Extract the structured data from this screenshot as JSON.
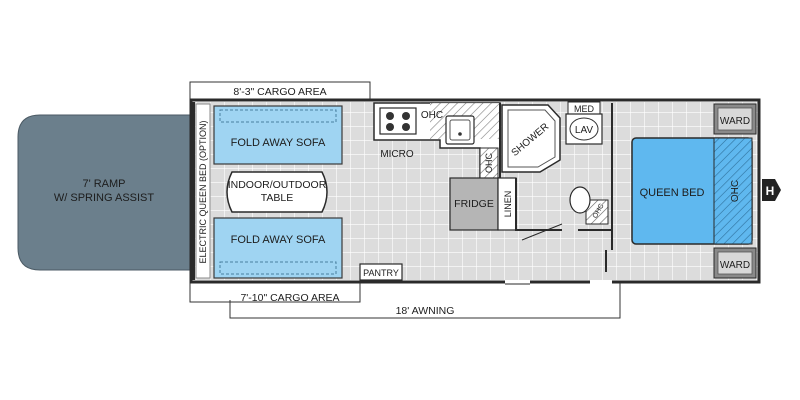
{
  "labels": {
    "cargo_top": "8'-3\" CARGO AREA",
    "cargo_bottom": "7'-10\" CARGO AREA",
    "awning": "18' AWNING",
    "ramp_line1": "7' RAMP",
    "ramp_line2": "W/ SPRING ASSIST",
    "electric_bed": "ELECTRIC QUEEN BED (OPTION)",
    "sofa_top": "FOLD AWAY SOFA",
    "sofa_bottom": "FOLD AWAY SOFA",
    "table_line1": "INDOOR/OUTDOOR",
    "table_line2": "TABLE",
    "pantry": "PANTRY",
    "ohc_kitchen": "OHC",
    "micro": "MICRO",
    "ohc_vertical": "OHC",
    "fridge": "FRIDGE",
    "linen": "LINEN",
    "shower": "SHOWER",
    "med": "MED",
    "lav": "LAV",
    "queen_bed": "QUEEN BED",
    "ohc_bed": "OHC",
    "ward_top": "WARD",
    "ward_bottom": "WARD",
    "hitch": "H"
  },
  "colors": {
    "ramp": "#6b7f8c",
    "sofa": "#9fd4f2",
    "bed": "#5fb8ef",
    "floor": "#dcdcdc",
    "ward": "#8a8a8a",
    "fridge": "#b5b5b5",
    "wall": "#2a2a2a"
  },
  "icons": {
    "stove": "stove-icon",
    "sink": "sink-icon",
    "toilet": "toilet-icon",
    "lav_sink": "lav-sink-icon",
    "hitch": "hitch-icon"
  }
}
